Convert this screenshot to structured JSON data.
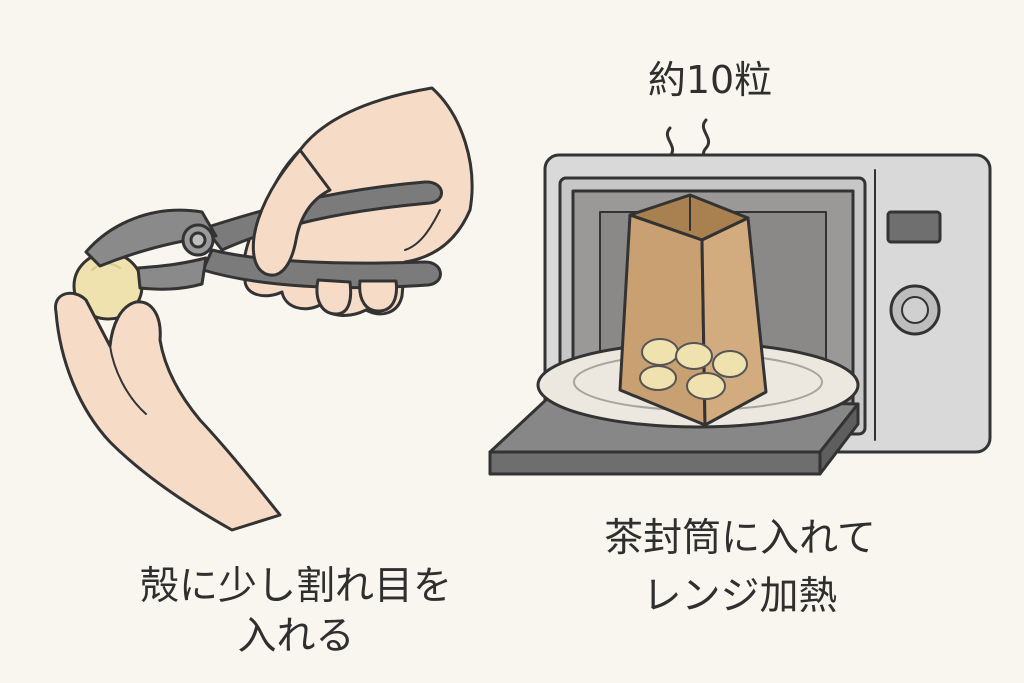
{
  "steps": [
    {
      "caption_lines": [
        "殻に少し割れ目を",
        "入れる"
      ],
      "icons": [
        "hand-icon",
        "pliers-icon",
        "nut-icon"
      ]
    },
    {
      "caption_lines": [
        "茶封筒に入れて",
        "レンジ加熱"
      ],
      "quantity_label": "約10粒",
      "icons": [
        "microwave-icon",
        "paper-envelope-icon",
        "steam-icon",
        "nut-icon"
      ]
    }
  ],
  "colors": {
    "background": "#f9f6ef",
    "skin": "#f6dcc7",
    "pliers": "#7b7b7b",
    "microwave": "#d9d9d9",
    "envelope": "#c9a072",
    "nut": "#efe2ae",
    "outline": "#333333"
  }
}
